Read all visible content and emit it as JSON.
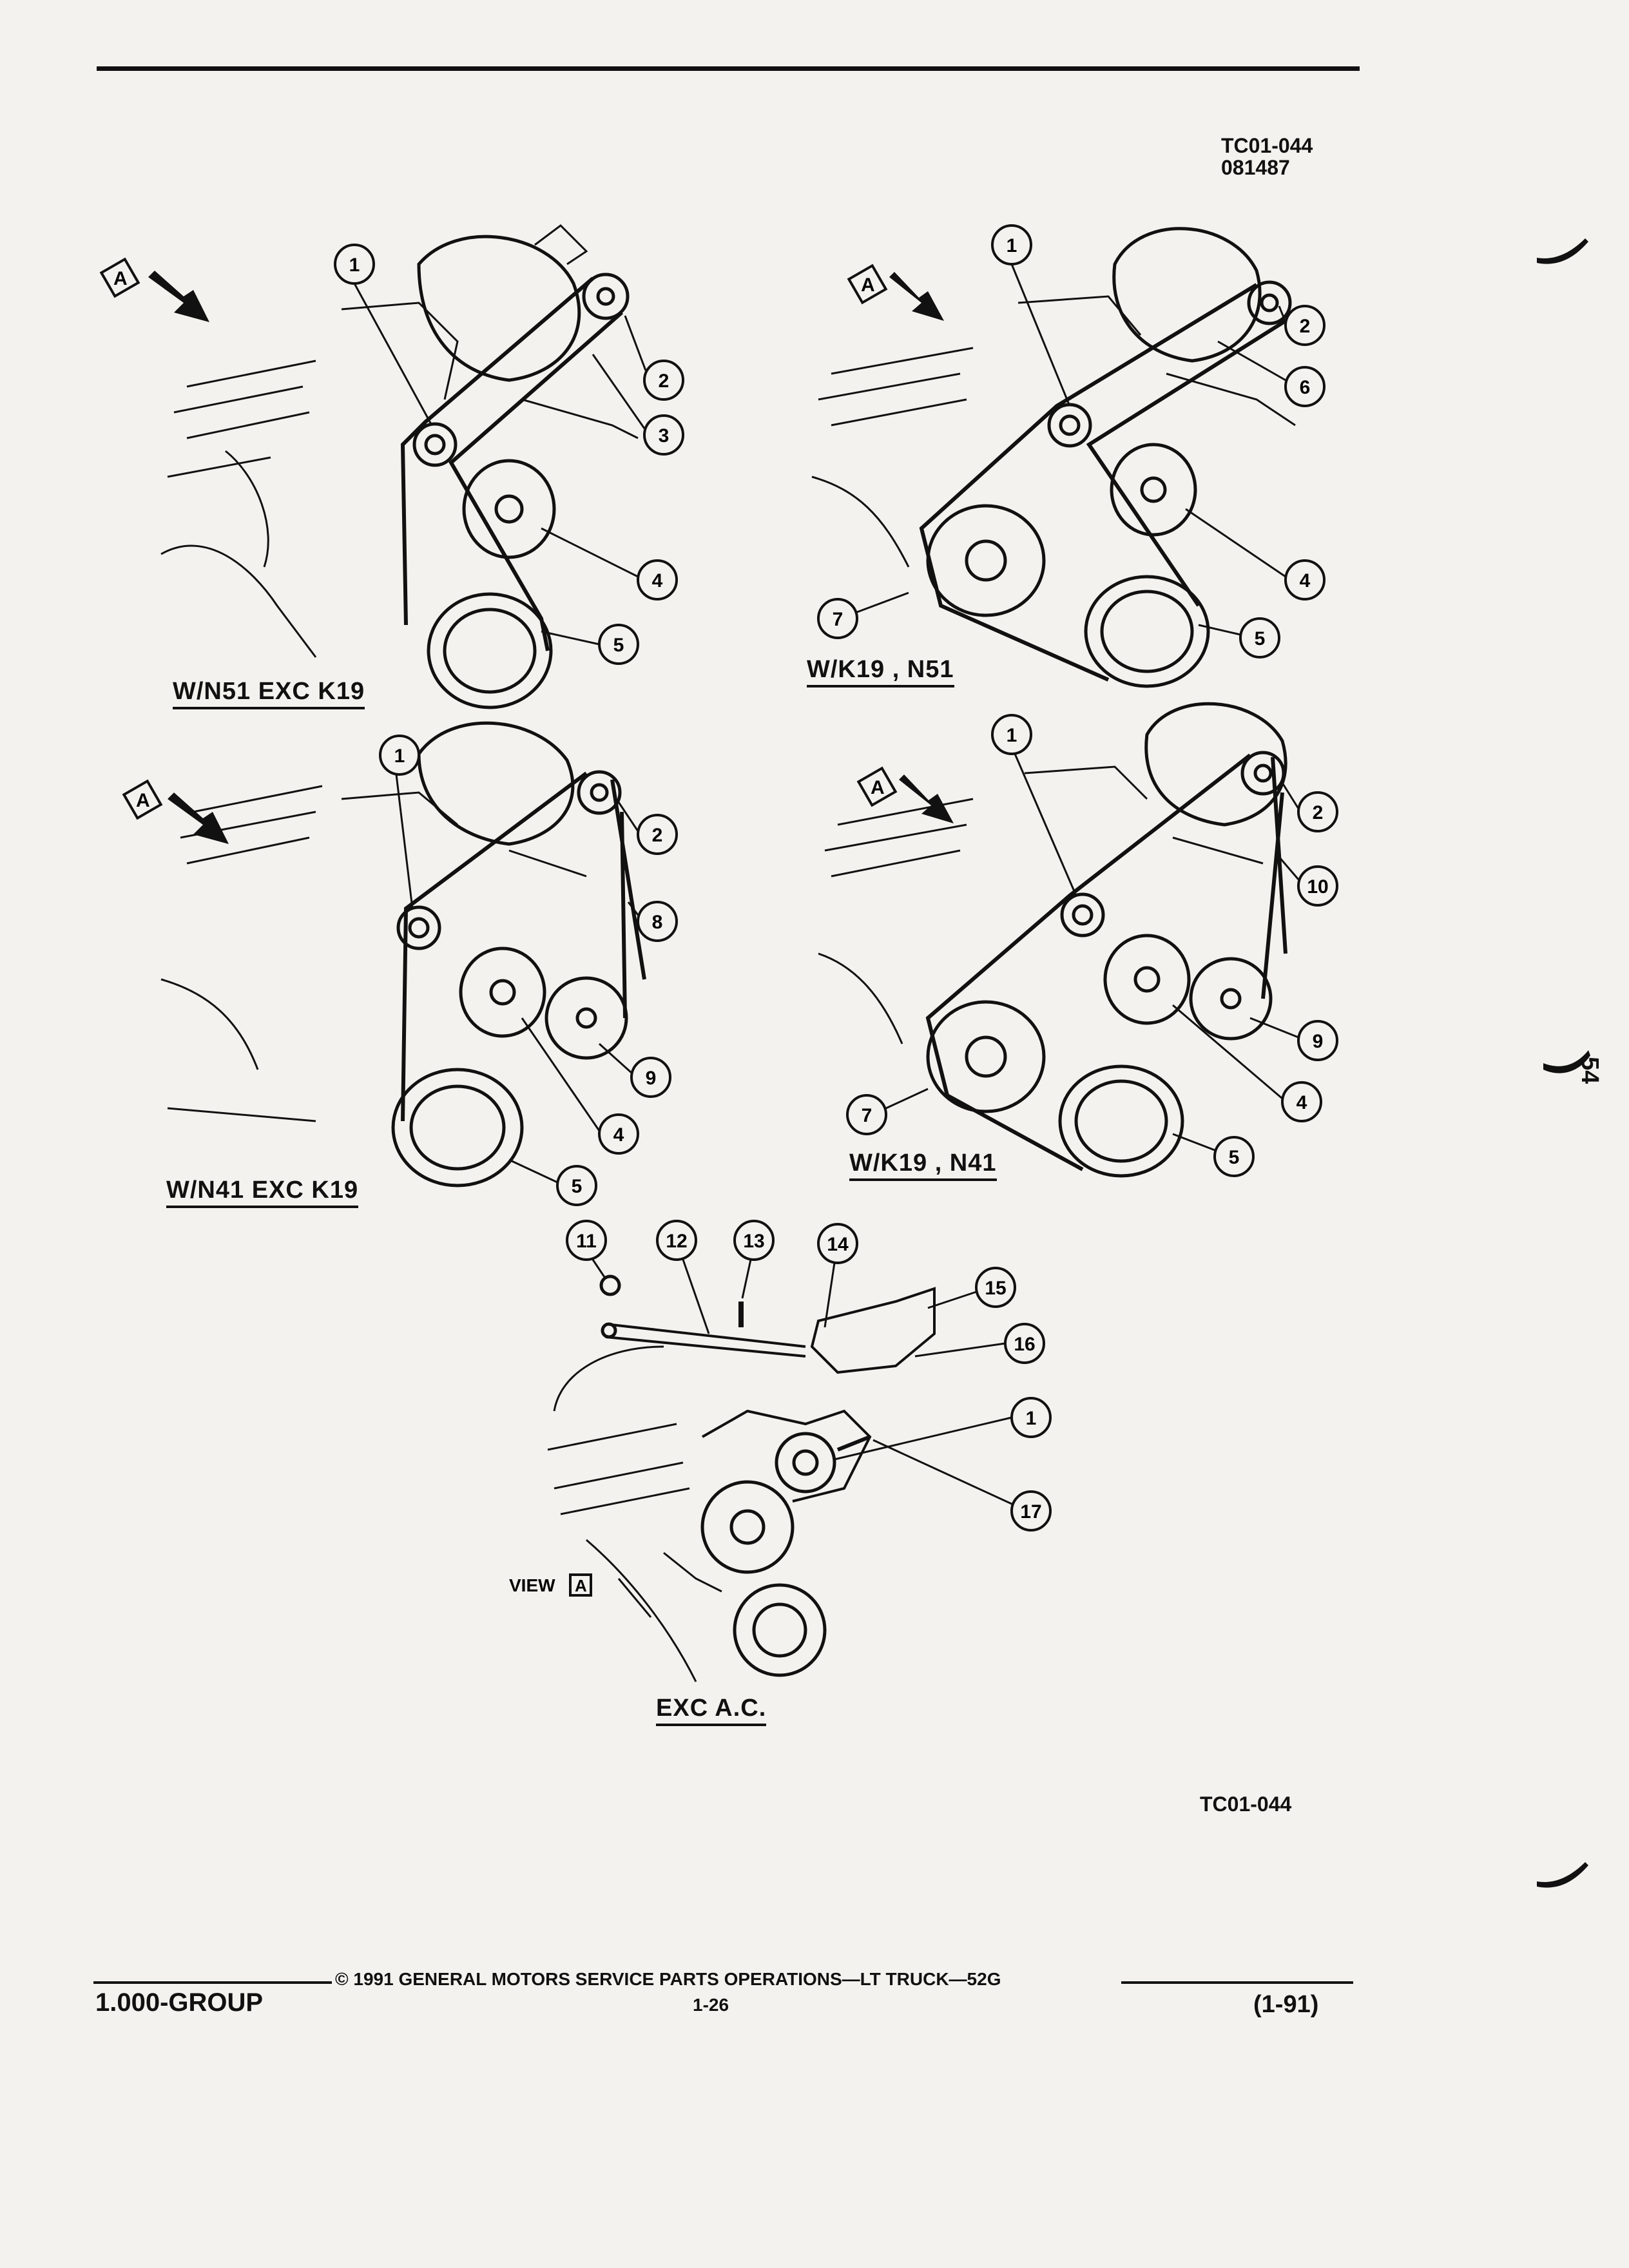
{
  "header": {
    "code": "TC01-044",
    "date_code": "081487"
  },
  "diagrams": [
    {
      "caption": "W/N51 EXC K19",
      "view_marker": "A",
      "callouts": [
        "1",
        "2",
        "3",
        "4",
        "5"
      ]
    },
    {
      "caption": "W/K19 , N51",
      "view_marker": "A",
      "callouts": [
        "1",
        "2",
        "6",
        "4",
        "7",
        "5"
      ]
    },
    {
      "caption": "W/N41 EXC K19",
      "view_marker": "A",
      "callouts": [
        "1",
        "2",
        "8",
        "9",
        "4",
        "5"
      ]
    },
    {
      "caption": "W/K19 , N41",
      "view_marker": "A",
      "callouts": [
        "1",
        "2",
        "10",
        "9",
        "4",
        "7",
        "5"
      ]
    },
    {
      "caption": "EXC A.C.",
      "view_label": "VIEW",
      "view_marker": "A",
      "callouts": [
        "11",
        "12",
        "13",
        "14",
        "15",
        "16",
        "1",
        "17"
      ]
    }
  ],
  "footer_code": "TC01-044",
  "footer": {
    "copyright": "© 1991 GENERAL MOTORS SERVICE PARTS OPERATIONS—LT TRUCK—52G",
    "group": "1.000-GROUP",
    "page": "1-26",
    "revision": "(1-91)"
  },
  "edge_mark": "54"
}
